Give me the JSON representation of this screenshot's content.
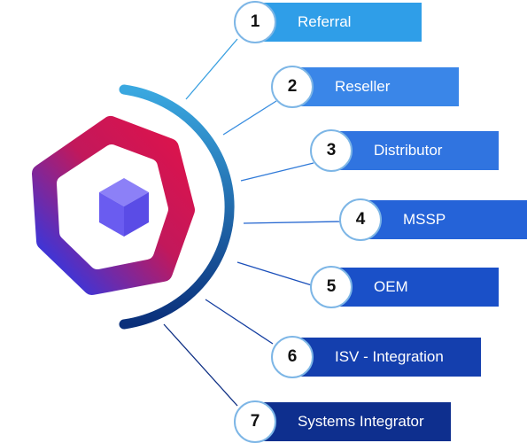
{
  "hub": {
    "icon": "cube-icon"
  },
  "colors": {
    "heptagon_start": "#e0124a",
    "heptagon_end": "#1e3cf5",
    "cube": "#6e5ff2",
    "arc_start": "#3aa8e0",
    "arc_end": "#0a2f7a"
  },
  "items": [
    {
      "number": "1",
      "label": "Referral",
      "color": "#2f9ee8"
    },
    {
      "number": "2",
      "label": "Reseller",
      "color": "#3a86e8"
    },
    {
      "number": "3",
      "label": "Distributor",
      "color": "#3074e0"
    },
    {
      "number": "4",
      "label": "MSSP",
      "color": "#2563d8"
    },
    {
      "number": "5",
      "label": "OEM",
      "color": "#1a50c8"
    },
    {
      "number": "6",
      "label": "ISV - Integration",
      "color": "#143fae"
    },
    {
      "number": "7",
      "label": "Systems Integrator",
      "color": "#0e2f8e"
    }
  ]
}
